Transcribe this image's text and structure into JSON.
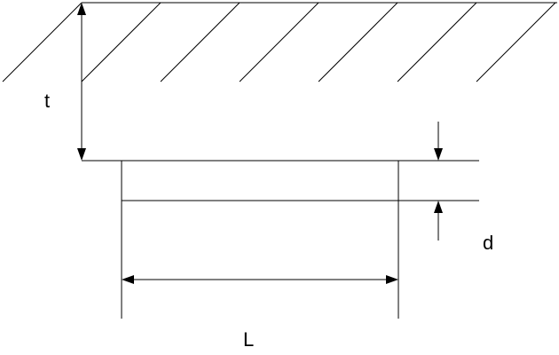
{
  "labels": {
    "thickness": "t",
    "depth": "d",
    "length": "L"
  },
  "colors": {
    "stroke": "#000000",
    "background": "#ffffff"
  }
}
